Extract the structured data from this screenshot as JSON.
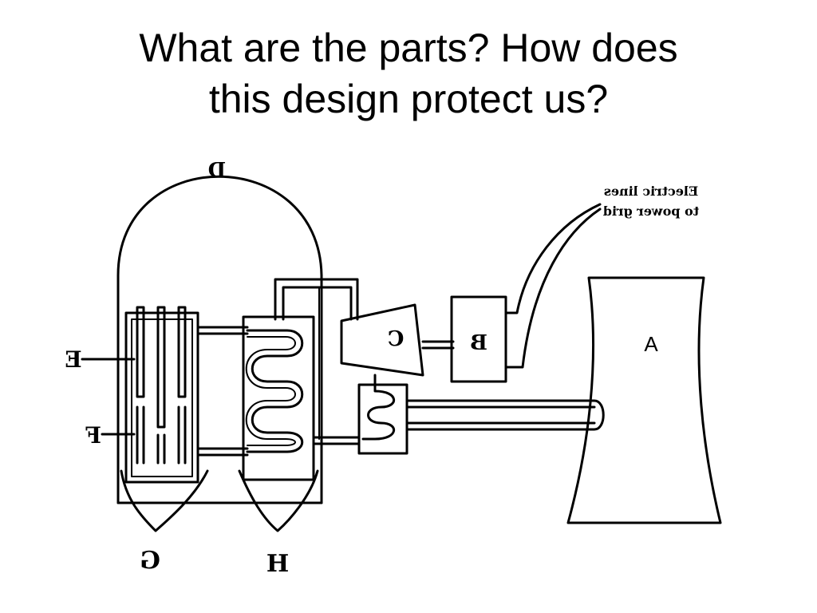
{
  "slide": {
    "title_line1": "What are the parts? How does",
    "title_line2": "this design protect us?"
  },
  "diagram": {
    "labels": {
      "A": "A",
      "B": "B",
      "C": "C",
      "D": "D",
      "E": "E",
      "F": "F",
      "G": "G",
      "H": "H"
    },
    "electric_lines_line1": "Electric lines",
    "electric_lines_line2": "to power grid"
  }
}
